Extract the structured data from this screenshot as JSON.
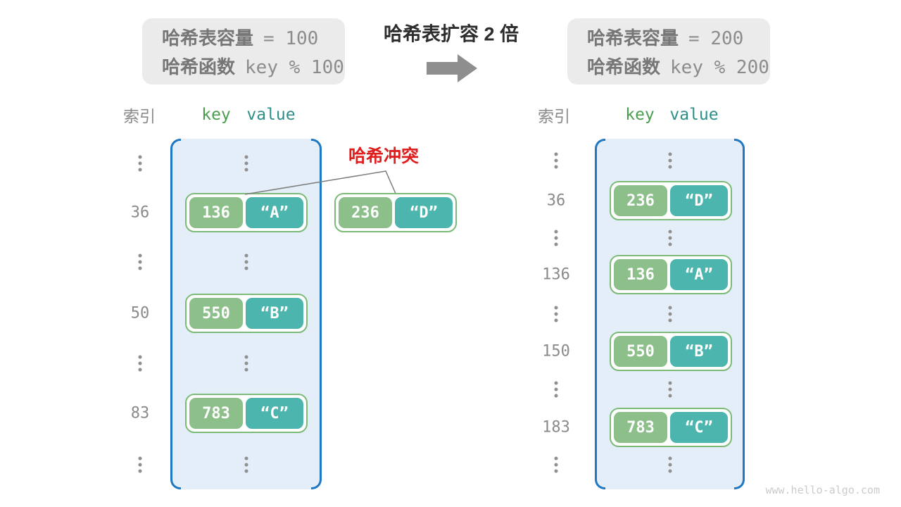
{
  "info_before": {
    "line1_label": "哈希表容量",
    "line1_value": "= 100",
    "line2_label": "哈希函数",
    "line2_value": "key % 100"
  },
  "info_after": {
    "line1_label": "哈希表容量",
    "line1_value": "= 200",
    "line2_label": "哈希函数",
    "line2_value": "key % 200"
  },
  "transform": {
    "title": "哈希表扩容 2 倍"
  },
  "headers": {
    "index": "索引",
    "key": "key",
    "value": "value"
  },
  "collision": {
    "label": "哈希冲突",
    "pair": {
      "key": "236",
      "value": "“D”"
    }
  },
  "table_before": {
    "entries": [
      {
        "index": "36",
        "key": "136",
        "value": "“A”"
      },
      {
        "index": "50",
        "key": "550",
        "value": "“B”"
      },
      {
        "index": "83",
        "key": "783",
        "value": "“C”"
      }
    ]
  },
  "table_after": {
    "entries": [
      {
        "index": "36",
        "key": "236",
        "value": "“D”"
      },
      {
        "index": "136",
        "key": "136",
        "value": "“A”"
      },
      {
        "index": "150",
        "key": "550",
        "value": "“B”"
      },
      {
        "index": "183",
        "key": "783",
        "value": "“C”"
      }
    ]
  },
  "watermark": "www.hello-algo.com",
  "icons": {
    "ellipsis": "vertical-dots",
    "arrow": "right-block-arrow"
  },
  "colors": {
    "key_green": "#8cbf8a",
    "value_teal": "#4cb5ad",
    "pair_border": "#7cba78",
    "table_fill": "#e3eef8",
    "table_border": "#1e78c2",
    "collision_red": "#e01e1e",
    "info_gray": "#ebebeb",
    "arrow_gray": "#8e8e8e"
  }
}
